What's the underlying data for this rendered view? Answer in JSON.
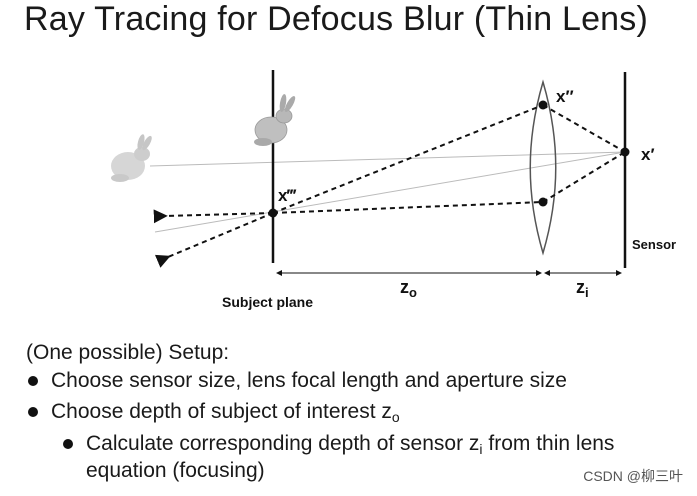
{
  "title": "Ray Tracing for Defocus Blur (Thin Lens)",
  "diagram": {
    "label_x_double_prime": "x″",
    "label_x_prime": "x′",
    "label_x_triple_prime": "x‴",
    "label_sensor": "Sensor",
    "label_subject_plane": "Subject plane",
    "label_zo_main": "z",
    "label_zo_sub": "o",
    "label_zi_main": "z",
    "label_zi_sub": "i"
  },
  "setup": {
    "heading": "(One possible) Setup:",
    "bullets": [
      "Choose sensor size, lens focal length and aperture size",
      "Choose depth of subject of interest z",
      "Calculate corresponding depth of sensor z",
      "from thin lens",
      "equation (focusing)"
    ],
    "sub_o": "o",
    "sub_i": "i"
  },
  "credit": "CSDN @柳三叶"
}
